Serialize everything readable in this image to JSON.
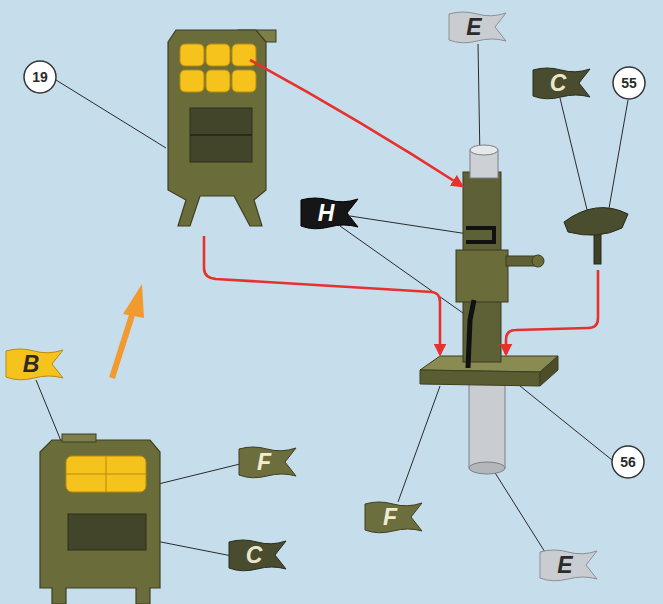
{
  "diagram": {
    "nodes": [
      {
        "text": [
          "19"
        ]
      },
      {
        "text": [
          "E"
        ]
      },
      {
        "text": [
          "C"
        ]
      },
      {
        "text": [
          "55"
        ]
      },
      {
        "text": [
          "H"
        ]
      },
      {
        "text": [
          "B"
        ]
      },
      {
        "text": [
          "F"
        ]
      },
      {
        "text": [
          "F"
        ]
      },
      {
        "text": [
          "56"
        ]
      },
      {
        "text": [
          "C"
        ]
      },
      {
        "text": [
          "E"
        ]
      }
    ]
  }
}
